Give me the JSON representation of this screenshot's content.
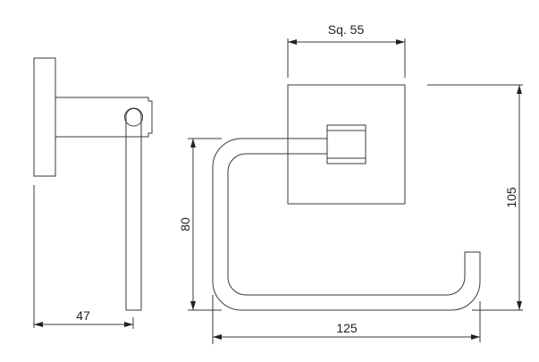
{
  "dimensions": {
    "depth": "47",
    "plate_size": "Sq. 55",
    "holder_height": "80",
    "overall_height": "105",
    "overall_width": "125"
  },
  "colors": {
    "line": "#3a3a3a",
    "background": "#ffffff"
  }
}
